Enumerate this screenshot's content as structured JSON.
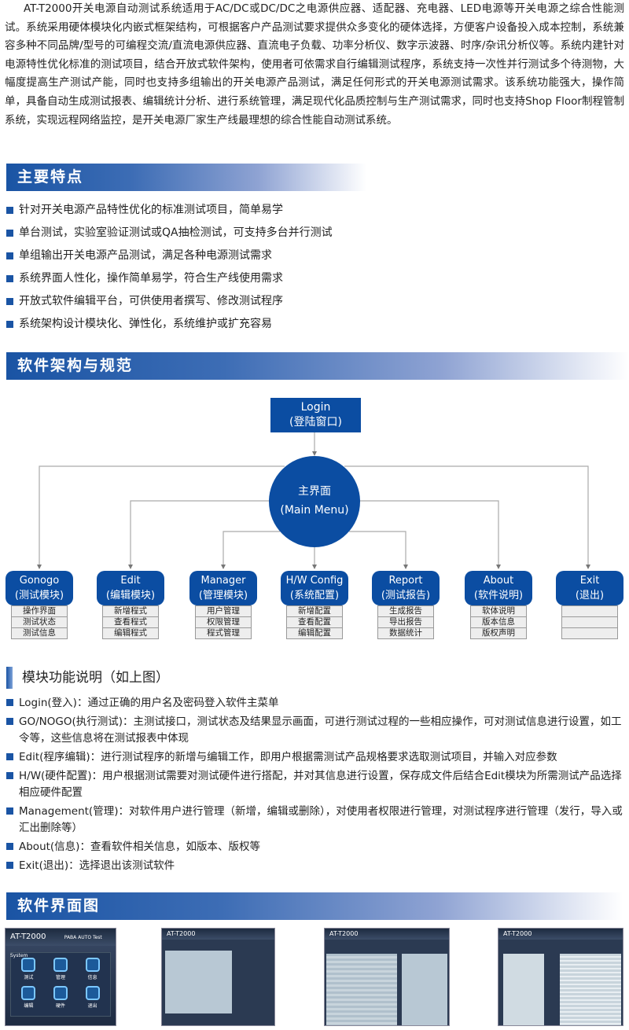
{
  "intro": "AT-T2000开关电源自动测试系统适用于AC/DC或DC/DC之电源供应器、适配器、充电器、LED电源等开关电源之综合性能测试。系统采用硬体模块化内嵌式框架结构，可根据客户产品测试要求提供众多变化的硬体选择，方便客户设备投入成本控制，系统兼容多种不同品牌/型号的可编程交流/直流电源供应器、直流电子负载、功率分析仪、数字示波器、时序/杂讯分析仪等。系统内建针对电源特性优化标准的测试项目，结合开放式软件架构，使用者可依需求自行编辑测试程序，系统支持一次性并行测试多个待测物，大幅度提高生产测试产能，同时也支持多组输出的开关电源产品测试，满足任何形式的开关电源测试需求。该系统功能强大，操作简单，具备自动生成测试报表、编辑统计分析、进行系统管理，满足现代化品质控制与生产测试需求，同时也支持Shop Floor制程管制系统，实现远程网络监控，是开关电源厂家生产线最理想的综合性能自动测试系统。",
  "features": {
    "title": "主要特点",
    "items": [
      "针对开关电源产品特性优化的标准测试项目，简单易学",
      "单台测试，实验室验证测试或QA抽检测试，可支持多台并行测试",
      "单组输出开关电源产品测试，满足各种电源测试需求",
      "系统界面人性化，操作简单易学，符合生产线使用需求",
      "开放式软件编辑平台，可供使用者撰写、修改测试程序",
      "系统架构设计模块化、弹性化，系统维护或扩充容易"
    ]
  },
  "architecture": {
    "title": "软件架构与规范",
    "login": {
      "en": "Login",
      "cn": "(登陆窗口)"
    },
    "main": {
      "cn": "主界面",
      "en": "(Main Menu)"
    },
    "modules": [
      {
        "en": "Gonogo",
        "cn": "(测试模块)",
        "subs": [
          "操作界面",
          "测试状态",
          "测试信息"
        ]
      },
      {
        "en": "Edit",
        "cn": "(编辑模块)",
        "subs": [
          "新增程式",
          "查看程式",
          "编辑程式"
        ]
      },
      {
        "en": "Manager",
        "cn": "(管理模块)",
        "subs": [
          "用户管理",
          "权限管理",
          "程式管理"
        ]
      },
      {
        "en": "H/W Config",
        "cn": "(系统配置)",
        "subs": [
          "新增配置",
          "查看配置",
          "编辑配置"
        ]
      },
      {
        "en": "Report",
        "cn": "(测试报告)",
        "subs": [
          "生成报告",
          "导出报告",
          "数据统计"
        ]
      },
      {
        "en": "About",
        "cn": "(软件说明)",
        "subs": [
          "软体说明",
          "版本信息",
          "版权声明"
        ]
      },
      {
        "en": "Exit",
        "cn": "(退出)",
        "subs": [
          "",
          "",
          ""
        ]
      }
    ]
  },
  "module_desc": {
    "title": "模块功能说明（如上图）",
    "items": [
      "Login(登入)：通过正确的用户名及密码登入软件主菜单",
      "GO/NOGO(执行测试)：主测试接口，测试状态及结果显示画面，可进行测试过程的一些相应操作，可对测试信息进行设置，如工令等，这些信息将在测试报表中体现",
      "Edit(程序编辑)：进行测试程序的新增与编辑工作，即用户根据需测试产品规格要求选取测试项目，并输入对应参数",
      "H/W(硬件配置)：用户根据测试需要对测试硬件进行搭配，并对其信息进行设置，保存成文件后结合Edit模块为所需测试产品选择相应硬件配置",
      "Management(管理)：对软件用户进行管理（新增，编辑或删除），对使用者权限进行管理，对测试程序进行管理（发行，导入或汇出删除等）",
      "About(信息)：查看软件相关信息，如版本、版权等",
      "Exit(退出)：选择退出该测试软件"
    ]
  },
  "screens": {
    "title": "软件界面图",
    "app": "AT-T2000",
    "subtitle": "PABA AUTO Test System",
    "menu": [
      "测试",
      "管理",
      "信息",
      "编辑",
      "硬件",
      "退出"
    ]
  }
}
